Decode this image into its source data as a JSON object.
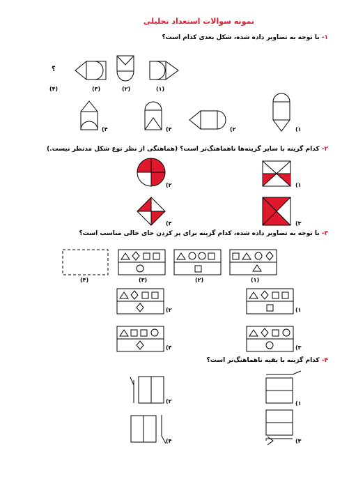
{
  "title": "نمونه سوالات استعداد تحلیلی",
  "questions": [
    {
      "num": "۱-",
      "text": "با توجه به تصاویر داده شده، شکل بعدی کدام است؟",
      "seq_labels": [
        "(۱)",
        "(۲)",
        "(۳)",
        "(۴)"
      ],
      "unknown": "؟",
      "option_labels": [
        "۱)",
        "۲)",
        "۳)",
        "۴)"
      ]
    },
    {
      "num": "۲-",
      "text": "کدام گزینه با سایر گزینه‌ها ناهماهنگ‌تر است؟ (هماهنگی از نظر نوع شکل مدنظر نیست.)",
      "option_labels": [
        "۱)",
        "۲)",
        "۳)",
        "۴)"
      ]
    },
    {
      "num": "۳-",
      "text": "با توجه به تصاویر داده شده، کدام گزینه برای پر کردن جای خالی مناسب است؟",
      "seq_labels": [
        "(۱)",
        "(۲)",
        "(۳)",
        "(۴)"
      ],
      "option_labels": [
        "۱)",
        "۲)",
        "۳)",
        "۴)"
      ]
    },
    {
      "num": "۴-",
      "text": "کدام گزینه با بقیه ناهماهنگ‌تر است؟",
      "option_labels": [
        "۱)",
        "۲)",
        "۳)",
        "۴)"
      ]
    }
  ],
  "colors": {
    "accent": "#e0182d",
    "ink": "#000000"
  }
}
